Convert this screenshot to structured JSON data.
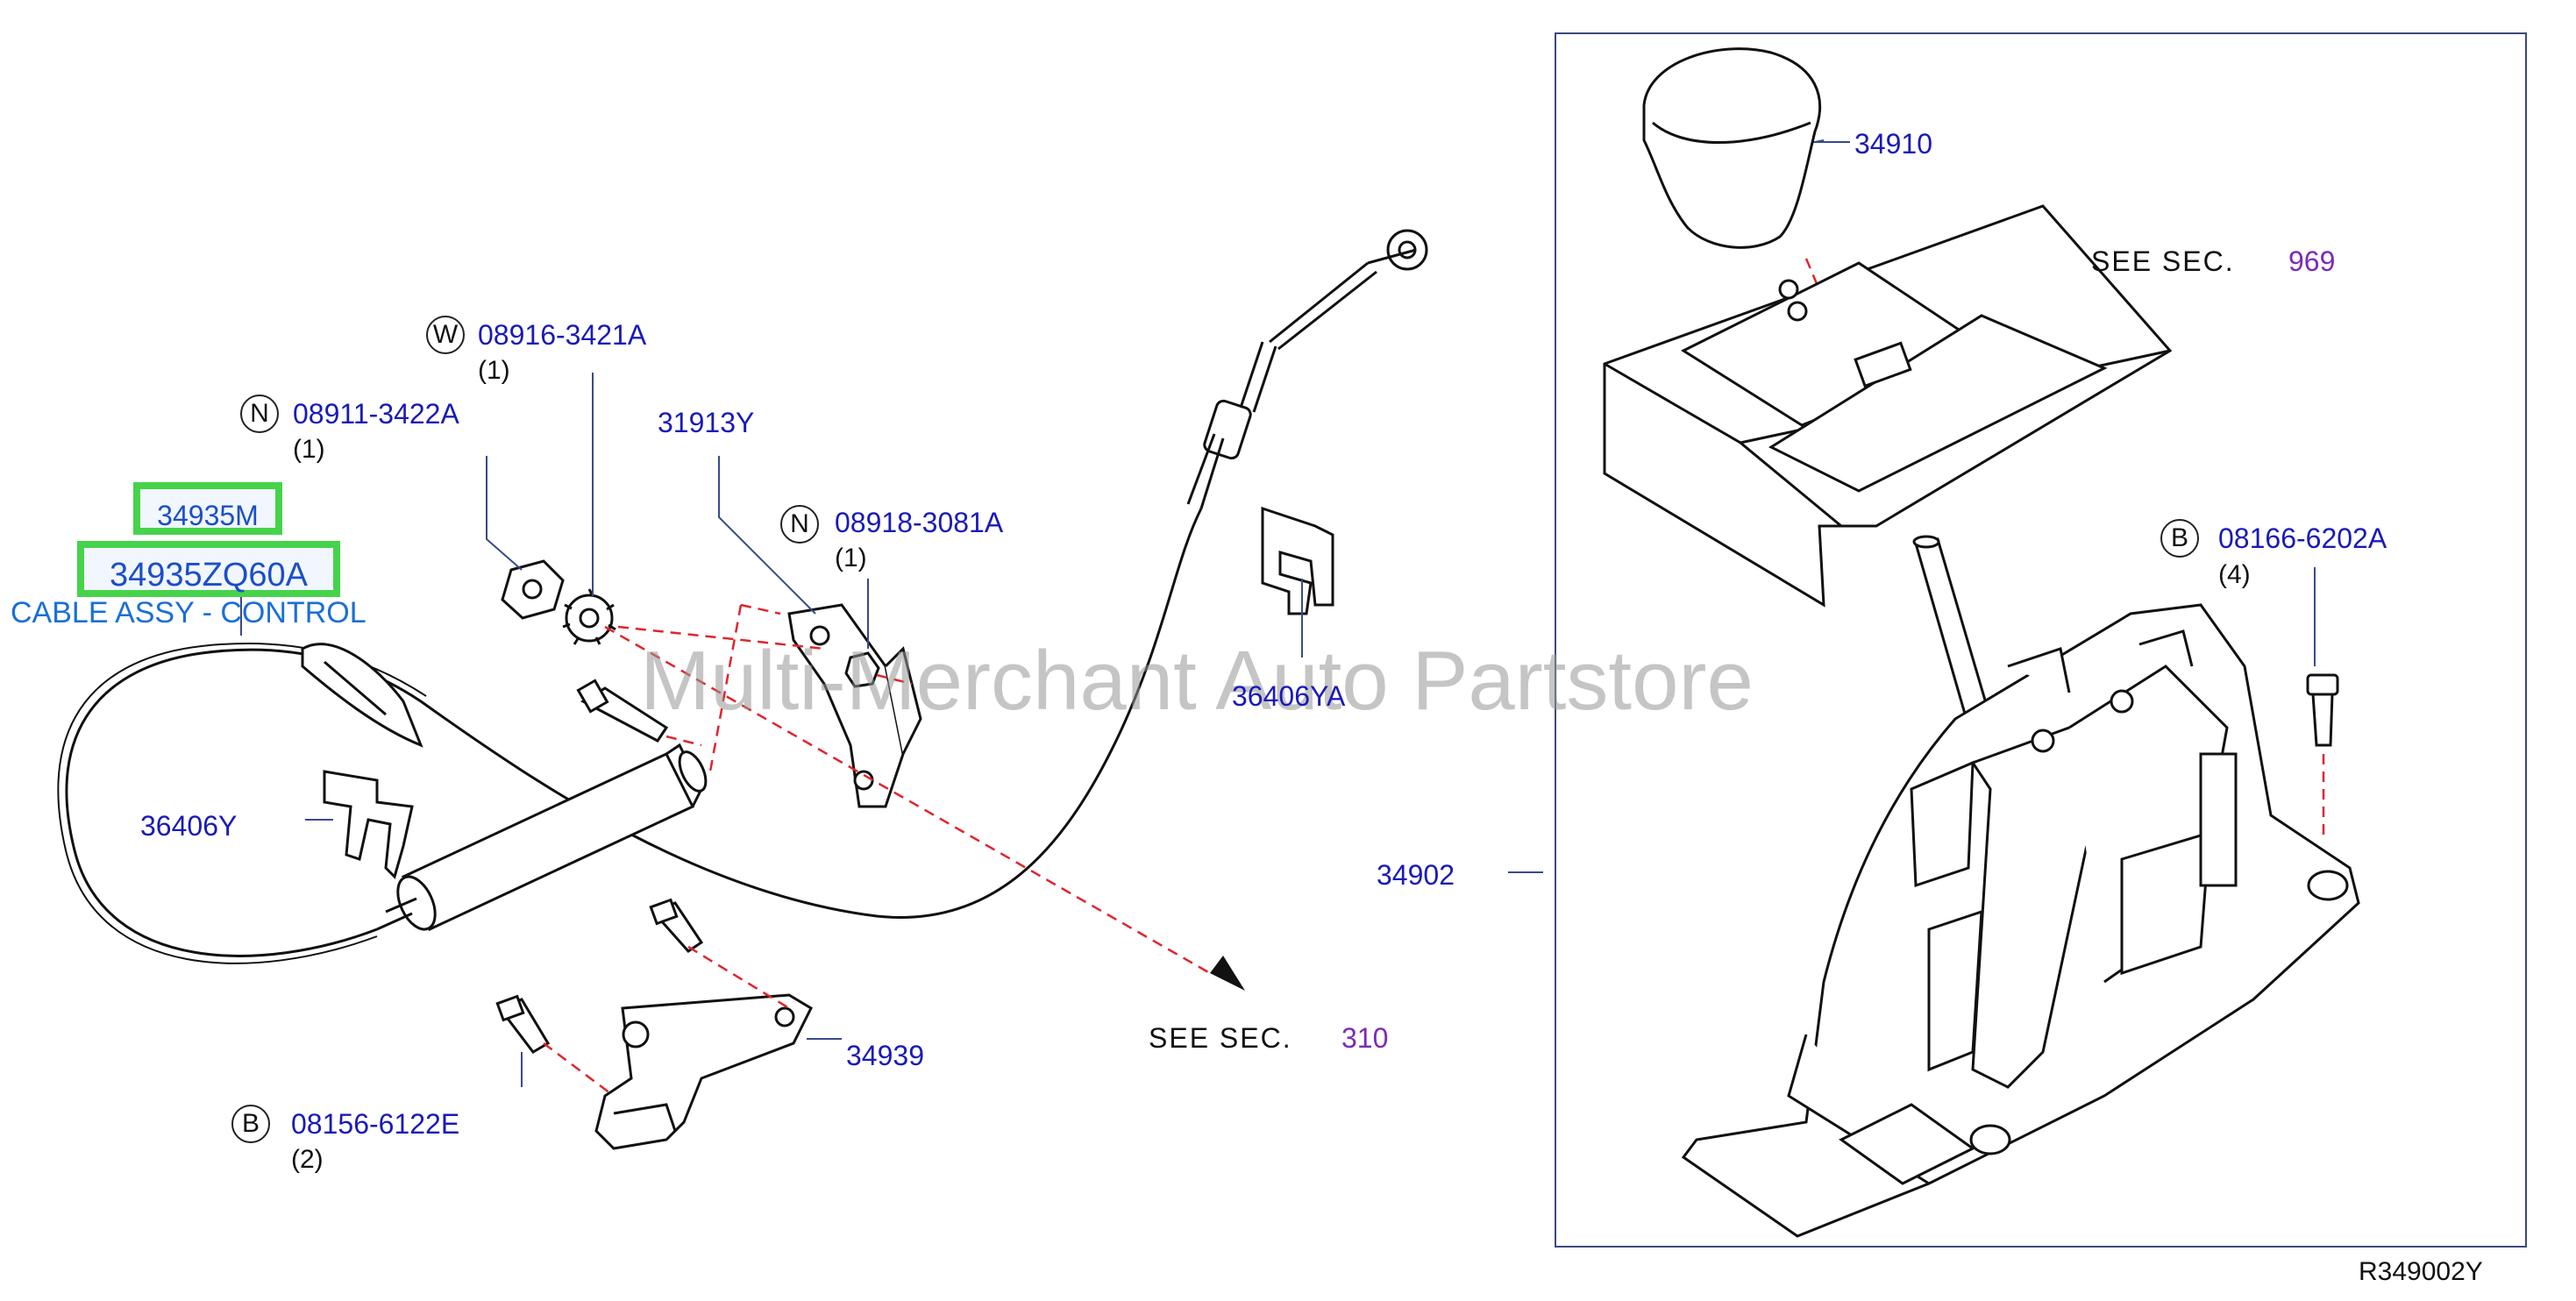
{
  "watermark": "Multi-Merchant Auto Partstore",
  "diagram_ref": "R349002Y",
  "highlighted": {
    "part_a": "34935M",
    "part_b": "34935ZQ60A",
    "description": "CABLE ASSY - CONTROL"
  },
  "labels": {
    "p34910": "34910",
    "see_sec_969_text": "SEE  SEC.",
    "see_sec_969_num": "969",
    "p34902": "34902",
    "b08166": {
      "badge": "B",
      "part": "08166-6202A",
      "qty": "(4)"
    },
    "w08916": {
      "badge": "W",
      "part": "08916-3421A",
      "qty": "(1)"
    },
    "n08911": {
      "badge": "N",
      "part": "08911-3422A",
      "qty": "(1)"
    },
    "p31913y": "31913Y",
    "n08918": {
      "badge": "N",
      "part": "08918-3081A",
      "qty": "(1)"
    },
    "p36406ya": "36406YA",
    "p36406y": "36406Y",
    "p34939": "34939",
    "see_sec_310_text": "SEE  SEC.",
    "see_sec_310_num": "310",
    "b08156": {
      "badge": "B",
      "part": "08156-6122E",
      "qty": "(2)"
    }
  }
}
